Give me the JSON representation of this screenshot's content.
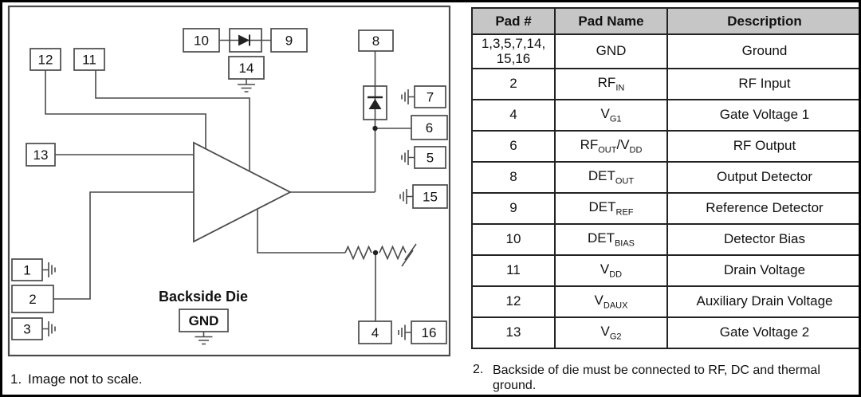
{
  "diagram": {
    "pads": {
      "p1": "1",
      "p2": "2",
      "p3": "3",
      "p4": "4",
      "p5": "5",
      "p6": "6",
      "p7": "7",
      "p8": "8",
      "p9": "9",
      "p10": "10",
      "p11": "11",
      "p12": "12",
      "p13": "13",
      "p14": "14",
      "p15": "15",
      "p16": "16"
    },
    "backside_label": "Backside Die",
    "gnd_label": "GND",
    "footnote": {
      "number": "1.",
      "text": "Image not to scale."
    }
  },
  "table": {
    "headers": [
      "Pad #",
      "Pad Name",
      "Description"
    ],
    "rows": [
      {
        "pad": [
          "1,3,5,7,14,",
          "15,16"
        ],
        "name": "GND",
        "desc": "Ground"
      },
      {
        "pad": [
          "2"
        ],
        "name": "RF_{IN}",
        "desc": "RF Input"
      },
      {
        "pad": [
          "4"
        ],
        "name": "V_{G1}",
        "desc": "Gate Voltage 1"
      },
      {
        "pad": [
          "6"
        ],
        "name": "RF_{OUT}/V_{DD}",
        "desc": "RF Output"
      },
      {
        "pad": [
          "8"
        ],
        "name": "DET_{OUT}",
        "desc": "Output Detector"
      },
      {
        "pad": [
          "9"
        ],
        "name": "DET_{REF}",
        "desc": "Reference Detector"
      },
      {
        "pad": [
          "10"
        ],
        "name": "DET_{BIAS}",
        "desc": "Detector Bias"
      },
      {
        "pad": [
          "11"
        ],
        "name": "V_{DD}",
        "desc": "Drain Voltage"
      },
      {
        "pad": [
          "12"
        ],
        "name": "V_{DAUX}",
        "desc": "Auxiliary Drain Voltage"
      },
      {
        "pad": [
          "13"
        ],
        "name": "V_{G2}",
        "desc": "Gate Voltage 2"
      }
    ],
    "footnote": {
      "number": "2.",
      "text": "Backside of die must be connected to RF, DC and thermal ground."
    }
  },
  "colors": {
    "header_bg": "#c6c6c6",
    "line": "#4a4a4a",
    "text": "#111111"
  }
}
